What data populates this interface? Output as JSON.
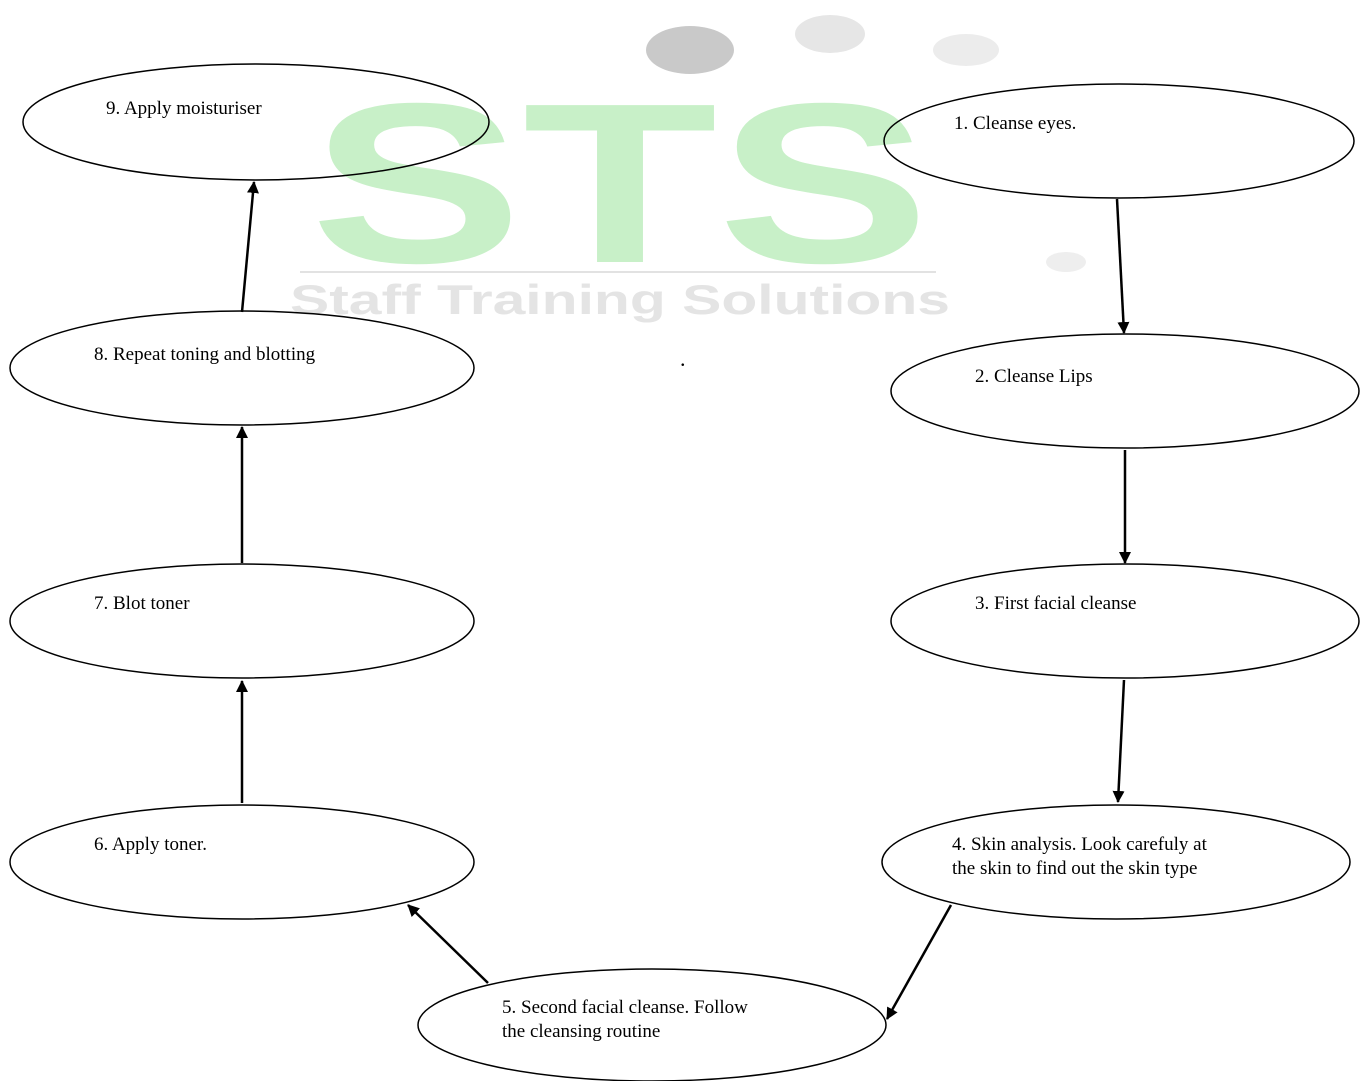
{
  "watermark": {
    "letters": "STS",
    "tagline": "Staff Training Solutions",
    "letter_color": "#c8f0c8",
    "tagline_color": "#e4e4e4",
    "dot_color": "#d4d4d4"
  },
  "steps": [
    {
      "id": 1,
      "lines": [
        "1. Cleanse eyes."
      ]
    },
    {
      "id": 2,
      "lines": [
        "2. Cleanse Lips"
      ]
    },
    {
      "id": 3,
      "lines": [
        "3. First facial cleanse"
      ]
    },
    {
      "id": 4,
      "lines": [
        "4. Skin analysis. Look carefuly at",
        "the skin to find out the skin type"
      ]
    },
    {
      "id": 5,
      "lines": [
        "5. Second facial cleanse. Follow",
        "the cleansing routine"
      ]
    },
    {
      "id": 6,
      "lines": [
        "6. Apply toner."
      ]
    },
    {
      "id": 7,
      "lines": [
        "7. Blot toner"
      ]
    },
    {
      "id": 8,
      "lines": [
        "8. Repeat toning and blotting"
      ]
    },
    {
      "id": 9,
      "lines": [
        "9. Apply moisturiser"
      ]
    }
  ],
  "connections": [
    {
      "from": 1,
      "to": 2
    },
    {
      "from": 2,
      "to": 3
    },
    {
      "from": 3,
      "to": 4
    },
    {
      "from": 4,
      "to": 5
    },
    {
      "from": 5,
      "to": 6
    },
    {
      "from": 6,
      "to": 7
    },
    {
      "from": 7,
      "to": 8
    },
    {
      "from": 8,
      "to": 9
    }
  ],
  "stray_mark": "."
}
